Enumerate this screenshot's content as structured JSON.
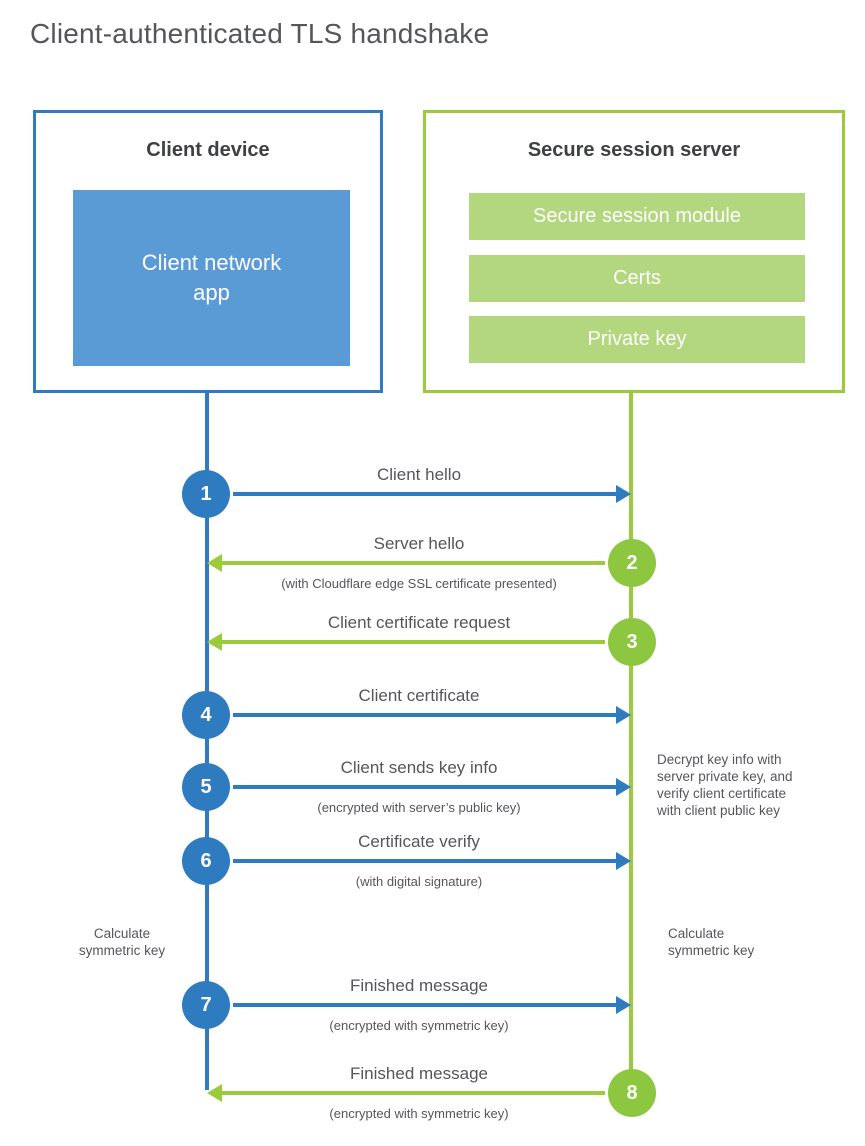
{
  "title": "Client-authenticated TLS handshake",
  "colors": {
    "blue_primary": "#2e7bc0",
    "blue_fill": "#5b9bd5",
    "green_primary": "#9bcb3c",
    "green_circle": "#8dc63f",
    "green_fill": "#b2d77e",
    "text_gray": "#55565a",
    "heading_gray": "#3f4042"
  },
  "client": {
    "title": "Client device",
    "app_label": "Client network app"
  },
  "server": {
    "title": "Secure session server",
    "modules": [
      "Secure session module",
      "Certs",
      "Private key"
    ]
  },
  "steps": [
    {
      "num": "1",
      "label": "Client hello",
      "sub": "",
      "direction": "right",
      "actor": "client"
    },
    {
      "num": "2",
      "label": "Server hello",
      "sub": "(with Cloudflare edge SSL certificate presented)",
      "direction": "left",
      "actor": "server"
    },
    {
      "num": "3",
      "label": "Client certificate request",
      "sub": "",
      "direction": "left",
      "actor": "server"
    },
    {
      "num": "4",
      "label": "Client certificate",
      "sub": "",
      "direction": "right",
      "actor": "client"
    },
    {
      "num": "5",
      "label": "Client sends key info",
      "sub": "(encrypted with server’s public key)",
      "direction": "right",
      "actor": "client"
    },
    {
      "num": "6",
      "label": "Certificate verify",
      "sub": "(with digital signature)",
      "direction": "right",
      "actor": "client"
    },
    {
      "num": "7",
      "label": "Finished message",
      "sub": "(encrypted with symmetric key)",
      "direction": "right",
      "actor": "client"
    },
    {
      "num": "8",
      "label": "Finished message",
      "sub": "(encrypted with symmetric key)",
      "direction": "left",
      "actor": "server"
    }
  ],
  "annotations": {
    "decrypt_note": "Decrypt key info with\nserver private key, and\nverify client certificate\nwith client public key",
    "calc_left": "Calculate\nsymmetric key",
    "calc_right": "Calculate\nsymmetric key"
  }
}
